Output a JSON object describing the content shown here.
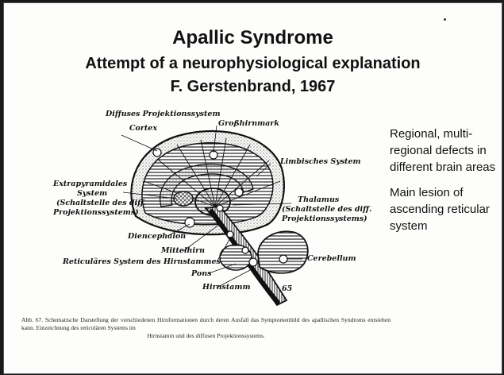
{
  "slide": {
    "title_line1": "Apallic Syndrome",
    "title_line2": "Attempt of a neurophysiological explanation",
    "title_line3": "F. Gerstenbrand, 1967",
    "notes": [
      "Regional, multi-regional defects in different brain areas",
      "Main lesion of ascending reticular system"
    ]
  },
  "diagram": {
    "labels": {
      "diffuses": "Diffuses Projektionssystem",
      "cortex": "Cortex",
      "grosshirnmark": "Großhirnmark",
      "limbisches": "Limbisches System",
      "extra1": "Extrapyramidales",
      "extra2": "System",
      "extra3": "(Schaltstelle des diff.",
      "extra4": "Projektionssystems)",
      "thal1": "Thalamus",
      "thal2": "(Schaltstelle des diff.",
      "thal3": "Projektionssystems)",
      "dienc": "Diencephalon",
      "mittelhirn": "Mittelhirn",
      "reticular": "Reticuläres System des Hirnstammes",
      "cerebellum": "Cerebellum",
      "pons": "Pons",
      "hirnstamm": "Hirnstamm",
      "corner": "65"
    }
  },
  "caption": {
    "line1": "Abb. 67. Schematische Darstellung der verschiedenen Hirnformationen durch deren Ausfall das Symptomenbild des apallischen Syndroms entstehen kann. Einzeichnung des reticulären Systems im",
    "line2": "Hirnstamm und des diffusen Projektionssystems."
  }
}
